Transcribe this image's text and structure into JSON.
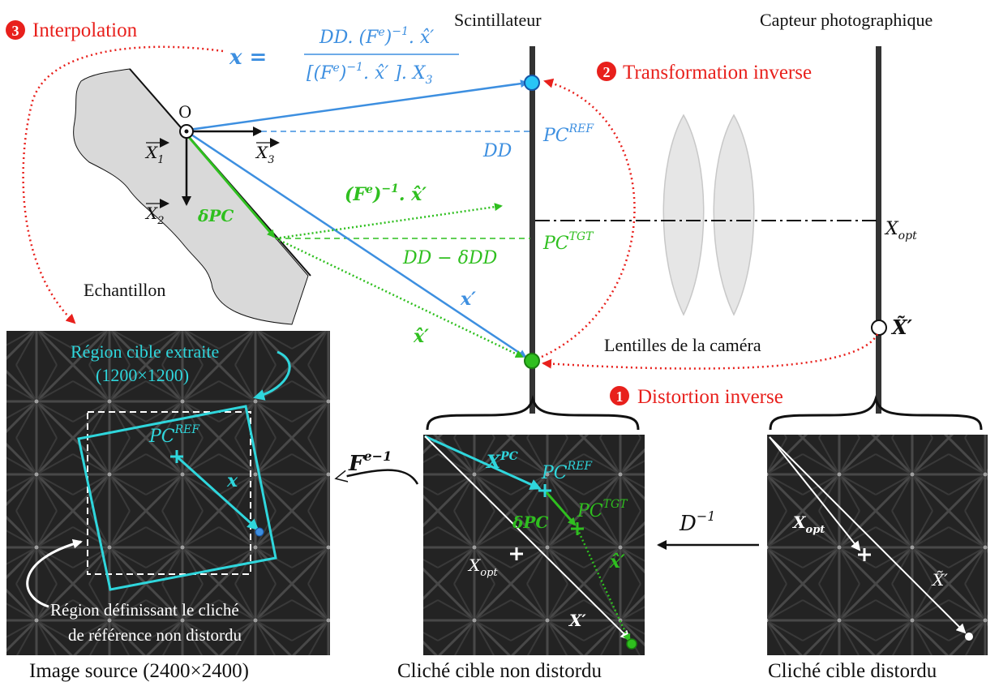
{
  "labels": {
    "scintillator": "Scintillateur",
    "sensor": "Capteur photographique",
    "sample": "Echantillon",
    "lenses": "Lentilles de la caméra",
    "step3": "Interpolation",
    "step2": "Transformation inverse",
    "step1": "Distortion inverse",
    "step1_num": "1",
    "step2_num": "2",
    "step3_num": "3",
    "origin": "O",
    "x1": "X",
    "x1_sub": "1",
    "x2": "X",
    "x2_sub": "2",
    "x3": "X",
    "x3_sub": "3",
    "delta_pc": "δPC",
    "dd": "DD",
    "dd_minus": "DD − δDD",
    "pc_ref": "PC",
    "pc_ref_sup": "REF",
    "pc_tgt": "PC",
    "pc_tgt_sup": "TGT",
    "x_opt": "X",
    "x_opt_sub": "opt",
    "x_prime": "x′",
    "x_hat_prime": "x̂′",
    "fe_inv_x": "(F",
    "fe_inv_x_sup": "e",
    "fe_inv_x_rest": ")",
    "fe_inv_x_exp": "−1",
    "fe_inv_x_tail": ". x̂′",
    "x_tilde_prime": "X̃′",
    "formula_lhs": "x =",
    "formula_num": "DD. (F",
    "formula_num_sup": "e",
    "formula_num_rest": ")",
    "formula_num_exp": "−1",
    "formula_num_tail": ". x̂′",
    "formula_den": "[(F",
    "formula_den_sup": "e",
    "formula_den_rest": ")",
    "formula_den_exp": "−1",
    "formula_den_tail": ". x̂′ ]. X",
    "formula_den_sub": "3"
  },
  "panels": {
    "source_caption": "Image source (2400×2400)",
    "undistorted_caption": "Cliché cible non distordu",
    "distorted_caption": "Cliché cible distordu",
    "target_region": "Région cible extraite",
    "target_region_size": "(1200×1200)",
    "ref_region_line1": "Région définissant le cliché",
    "ref_region_line2": "de référence non distordu",
    "src_pc_ref": "PC",
    "src_pc_ref_sup": "REF",
    "src_x": "x",
    "fe_inverse": "F",
    "fe_inverse_sup": "e",
    "fe_inverse_exp": "−1",
    "mid_x_pc": "X",
    "mid_x_pc_sup": "PC",
    "mid_pc_ref": "PC",
    "mid_pc_ref_sup": "REF",
    "mid_pc_tgt": "PC",
    "mid_pc_tgt_sup": "TGT",
    "mid_delta_pc": "δPC",
    "mid_x_hat": "x̂′",
    "mid_x_opt": "X",
    "mid_x_opt_sub": "opt",
    "mid_x_prime": "X′",
    "d_inverse": "D",
    "d_inverse_exp": "−1",
    "right_x_opt": "X",
    "right_x_opt_sub": "opt",
    "right_x_tilde": "X̃′"
  },
  "colors": {
    "red": "#e8201c",
    "blue": "#3d8fe0",
    "green": "#2fbf1f",
    "cyan": "#2fd6dc",
    "sample_fill": "#d9d9d9",
    "lens_fill": "#e6e6e6"
  }
}
